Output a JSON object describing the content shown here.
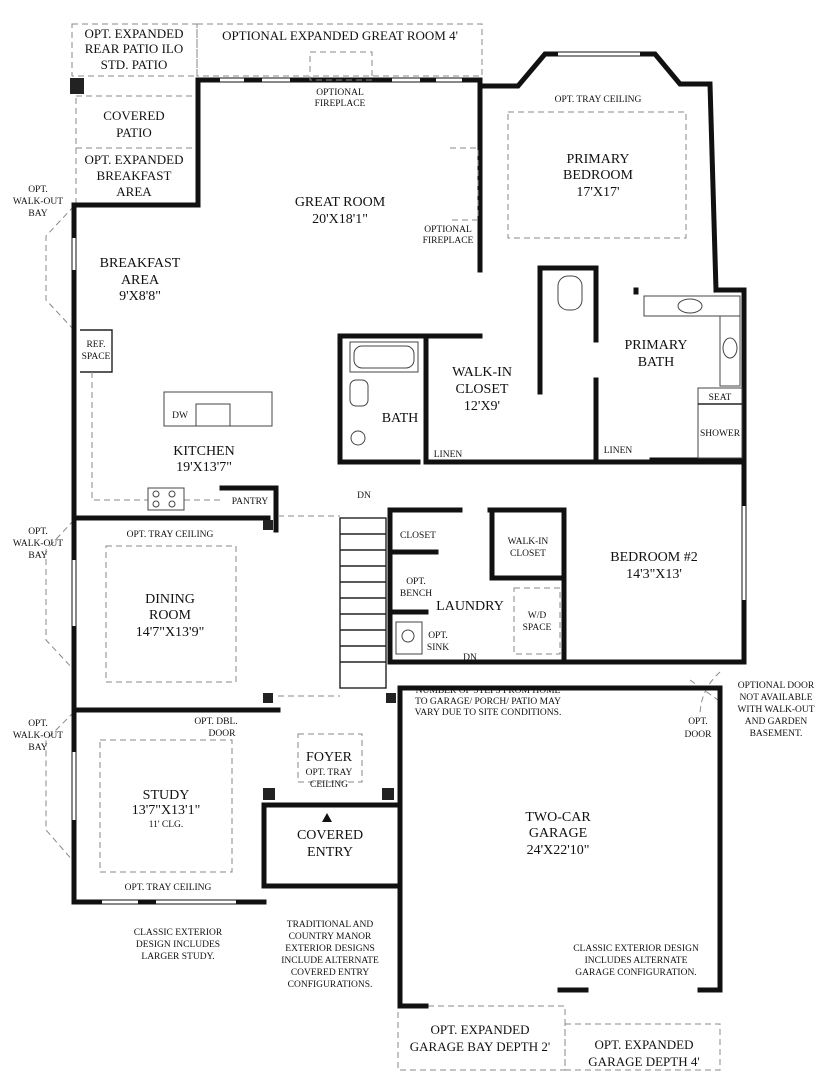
{
  "top_labels": {
    "rear_patio": [
      "OPT. EXPANDED",
      "REAR PATIO ILO",
      "STD. PATIO"
    ],
    "great_room_ext": "OPTIONAL EXPANDED GREAT ROOM 4'",
    "covered_patio": [
      "COVERED",
      "PATIO"
    ],
    "breakfast_ext": [
      "OPT. EXPANDED",
      "BREAKFAST",
      "AREA"
    ],
    "optional_fireplace_top": [
      "OPTIONAL",
      "FIREPLACE"
    ],
    "optional_fireplace_side": [
      "OPTIONAL",
      "FIREPLACE"
    ]
  },
  "rooms": {
    "great_room": {
      "name": "GREAT ROOM",
      "size": "20'X18'1\""
    },
    "primary_bedroom": {
      "name": [
        "PRIMARY",
        "BEDROOM"
      ],
      "size": "17'X17'",
      "note": "OPT. TRAY CEILING"
    },
    "breakfast": {
      "name": [
        "BREAKFAST",
        "AREA"
      ],
      "size": "9'X8'8\""
    },
    "primary_bath": {
      "name": [
        "PRIMARY",
        "BATH"
      ]
    },
    "walk_in_closet": {
      "name": [
        "WALK-IN",
        "CLOSET"
      ],
      "size": "12'X9'"
    },
    "bath": {
      "name": "BATH"
    },
    "kitchen": {
      "name": "KITCHEN",
      "size": "19'X13'7\""
    },
    "dining": {
      "name": [
        "DINING",
        "ROOM"
      ],
      "size": "14'7\"X13'9\"",
      "note": "OPT. TRAY CEILING"
    },
    "bedroom2": {
      "name": "BEDROOM #2",
      "size": "14'3\"X13'"
    },
    "laundry": {
      "name": "LAUNDRY"
    },
    "study": {
      "name": "STUDY",
      "size": "13'7\"X13'1\"",
      "extra": "11' CLG.",
      "note": "OPT. TRAY CEILING"
    },
    "foyer": {
      "name": "FOYER",
      "note": [
        "OPT. TRAY",
        "CEILING"
      ]
    },
    "covered_entry": {
      "name": [
        "COVERED",
        "ENTRY"
      ]
    },
    "garage": {
      "name": [
        "TWO-CAR",
        "GARAGE"
      ],
      "size": "24'X22'10\""
    }
  },
  "small_labels": {
    "ref_space": [
      "REF.",
      "SPACE"
    ],
    "dw": "DW",
    "pantry": "PANTRY",
    "linen_1": "LINEN",
    "linen_2": "LINEN",
    "seat": "SEAT",
    "shower": "SHOWER",
    "dn_1": "DN",
    "dn_2": "DN",
    "closet": "CLOSET",
    "walk_in_closet_2": [
      "WALK-IN",
      "CLOSET"
    ],
    "opt_bench": [
      "OPT.",
      "BENCH"
    ],
    "opt_sink": [
      "OPT.",
      "SINK"
    ],
    "wd_space": [
      "W/D",
      "SPACE"
    ],
    "opt_dbl_door": [
      "OPT. DBL.",
      "DOOR"
    ],
    "opt_door": [
      "OPT.",
      "DOOR"
    ]
  },
  "bay_labels": {
    "bay_1": [
      "OPT.",
      "WALK-OUT",
      "BAY"
    ],
    "bay_2": [
      "OPT.",
      "WALK-OUT",
      "BAY"
    ],
    "bay_3": [
      "OPT.",
      "WALK-OUT",
      "BAY"
    ]
  },
  "notes": {
    "steps": [
      "NUMBER OF STEPS FROM HOME",
      "TO GARAGE/ PORCH/ PATIO MAY",
      "VARY DUE TO SITE CONDITIONS."
    ],
    "optional_door": [
      "OPTIONAL DOOR",
      "NOT AVAILABLE",
      "WITH WALK-OUT",
      "AND GARDEN",
      "BASEMENT."
    ],
    "classic_study": [
      "CLASSIC EXTERIOR",
      "DESIGN INCLUDES",
      "LARGER STUDY."
    ],
    "traditional": [
      "TRADITIONAL AND",
      "COUNTRY MANOR",
      "EXTERIOR DESIGNS",
      "INCLUDE ALTERNATE",
      "COVERED ENTRY",
      "CONFIGURATIONS."
    ],
    "classic_garage": [
      "CLASSIC EXTERIOR DESIGN",
      "INCLUDES ALTERNATE",
      "GARAGE CONFIGURATION."
    ]
  },
  "bottom_labels": {
    "garage_bay": [
      "OPT. EXPANDED",
      "GARAGE BAY DEPTH 2'"
    ],
    "garage_depth": [
      "OPT. EXPANDED",
      "GARAGE DEPTH 4'"
    ]
  }
}
